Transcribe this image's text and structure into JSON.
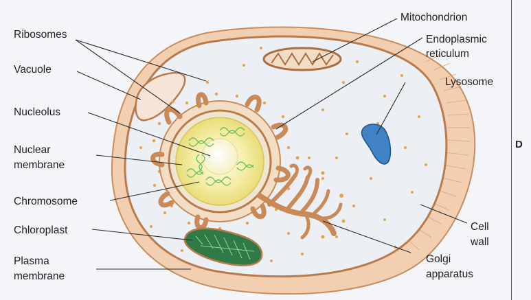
{
  "labels": {
    "ribosomes": "Ribosomes",
    "vacuole": "Vacuole",
    "nucleolus": "Nucleolus",
    "nuclear_membrane_1": "Nuclear",
    "nuclear_membrane_2": "membrane",
    "chromosome": "Chromosome",
    "chloroplast": "Chloroplast",
    "plasma_membrane_1": "Plasma",
    "plasma_membrane_2": "membrane",
    "mitochondrion": "Mitochondrion",
    "er_1": "Endoplasmic",
    "er_2": "reticulum",
    "lysosome": "Lysosome",
    "cell_wall_1": "Cell",
    "cell_wall_2": "wall",
    "golgi_1": "Golgi",
    "golgi_2": "apparatus"
  },
  "edge_letter": "D",
  "colors": {
    "cell_wall": "#f1cfb0",
    "cytoplasm": "#eceff4",
    "membrane": "#c98c5c",
    "er": "#c98a58",
    "nucleus": "#f2eba0",
    "nucleolus": "#fbf6d8",
    "chromosome": "#6cbf5a",
    "chloroplast": "#2f7a46",
    "lysosome": "#3f83c4",
    "ribosome": "#e6a44a"
  }
}
